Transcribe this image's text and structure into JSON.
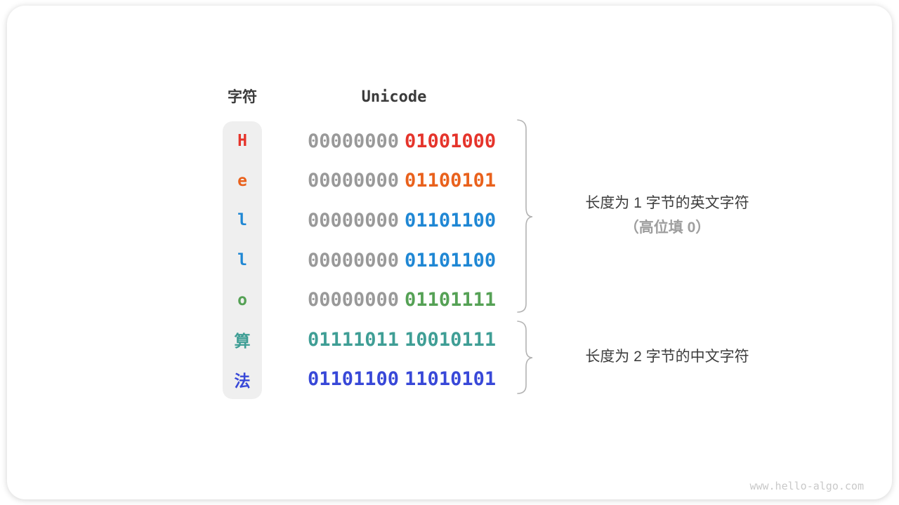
{
  "header": {
    "char_label": "字符",
    "unicode_label": "Unicode"
  },
  "table": {
    "rows": [
      {
        "char": "H",
        "high_byte": "00000000",
        "low_byte": "01001000",
        "color": "#e5342b",
        "high_byte_color": "#999999"
      },
      {
        "char": "e",
        "high_byte": "00000000",
        "low_byte": "01100101",
        "color": "#e9611c",
        "high_byte_color": "#999999"
      },
      {
        "char": "l",
        "high_byte": "00000000",
        "low_byte": "01101100",
        "color": "#1f87d4",
        "high_byte_color": "#999999"
      },
      {
        "char": "l",
        "high_byte": "00000000",
        "low_byte": "01101100",
        "color": "#1f87d4",
        "high_byte_color": "#999999"
      },
      {
        "char": "o",
        "high_byte": "00000000",
        "low_byte": "01101111",
        "color": "#55a155",
        "high_byte_color": "#999999"
      },
      {
        "char": "算",
        "high_byte": "01111011",
        "low_byte": "10010111",
        "color": "#3f9e95",
        "high_byte_color": "#3f9e95"
      },
      {
        "char": "法",
        "high_byte": "01101100",
        "low_byte": "11010101",
        "color": "#3848d8",
        "high_byte_color": "#3848d8"
      }
    ]
  },
  "annotations": {
    "group1": {
      "line1": "长度为 1 字节的英文字符",
      "line2": "（高位填 0）"
    },
    "group2": {
      "line1": "长度为 2 字节的中文字符"
    }
  },
  "watermark": "www.hello-algo.com",
  "colors": {
    "text_dark": "#3b3b3b",
    "text_gray": "#9e9e9e",
    "binary_gray": "#999999",
    "brace": "#b3b3b3",
    "char_column_bg": "#efefef",
    "red": "#e5342b",
    "orange": "#e9611c",
    "blue": "#1f87d4",
    "green": "#55a155",
    "teal": "#3f9e95",
    "indigo": "#3848d8"
  }
}
